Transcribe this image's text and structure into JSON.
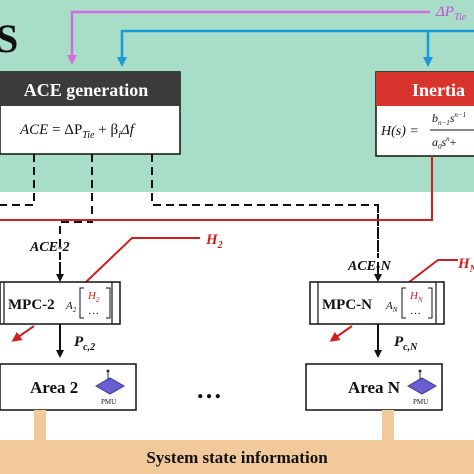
{
  "colors": {
    "top_background": "#a8ddc7",
    "magenta_line": "#d46be0",
    "cyan_line": "#1a9ad9",
    "red_line": "#d11f1f",
    "ace_header": "#3b3b3b",
    "inertia_header": "#d9332e",
    "pmu_icon": "#6a5fd1",
    "base_bar": "#f2c99a"
  },
  "top_right_label": "ΔP",
  "top_right_label_sub": "Tie",
  "cut_letter": "S",
  "ace_block": {
    "title": "ACE generation",
    "formula_lhs": "ACE",
    "formula_rhs_1": " = ΔP",
    "formula_rhs_sub": "Tie",
    "formula_rhs_2": " + β",
    "formula_rhs_sub2": "i",
    "formula_rhs_3": "Δf"
  },
  "inertia_block": {
    "title": "Inertia",
    "formula_lhs": "H(s) =",
    "num": "b",
    "num_sub": "n−1",
    "num_tail": "s",
    "num_sup": "n−1",
    "den": "a",
    "den_sub": "0",
    "den_tail": "s",
    "den_sup": "n",
    "den_end": "+"
  },
  "signals": {
    "ace2": "ACE-2",
    "aceN": "ACE-N",
    "h2": "H",
    "h2_sub": "2",
    "hN": "H",
    "hN_sub": "N",
    "pc2": "P",
    "pc2_sub": "c,2",
    "pcN": "P",
    "pcN_sub": "c,N"
  },
  "mpc2": {
    "label": "MPC-2",
    "a": "A",
    "a_sub": "2",
    "h": "H",
    "h_sub": "2",
    "dots": "…"
  },
  "mpcN": {
    "label": "MPC-N",
    "a": "A",
    "a_sub": "N",
    "h": "H",
    "h_sub": "N",
    "dots": "…"
  },
  "area2": {
    "label": "Area 2",
    "pmu": "PMU"
  },
  "areaN": {
    "label": "Area N",
    "pmu": "PMU"
  },
  "ellipsis": "…",
  "footer": "System state information"
}
